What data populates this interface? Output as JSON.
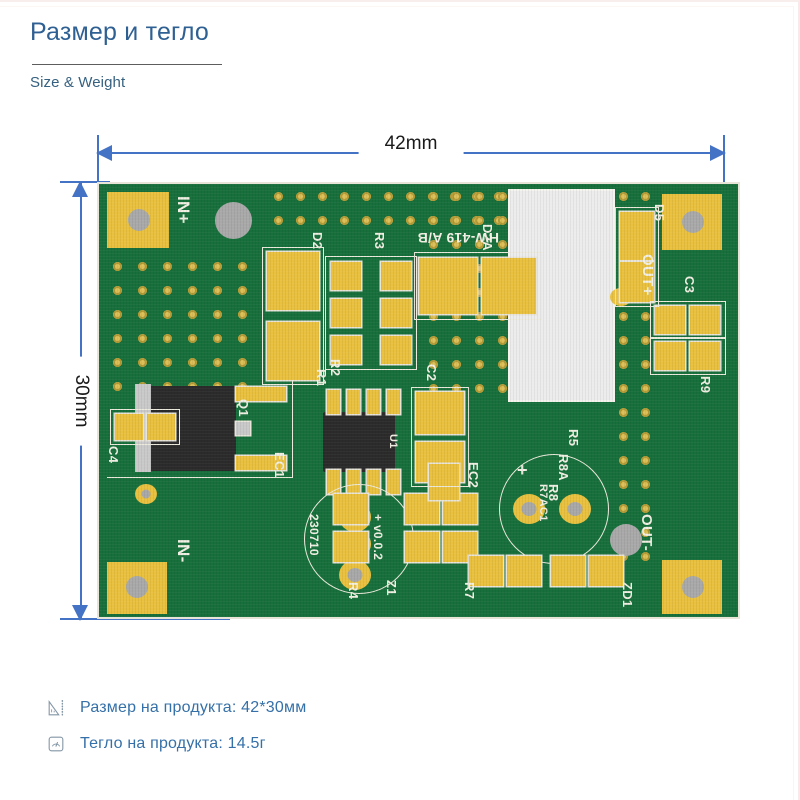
{
  "header": {
    "title": "Размер и тегло",
    "subtitle": "Size & Weight"
  },
  "figure": {
    "width_dimension": "42mm",
    "height_dimension": "30mm",
    "dimension_line_color": "#4472c4",
    "board": {
      "soldermask_color": "#176f3b",
      "pad_color": "#e9c13f",
      "silkscreen_color": "#f2f0e4",
      "silkscreen": {
        "part_number": "HW-419 A/B",
        "date_code": "230710",
        "version": "+ v0.0.2",
        "terminals": [
          "IN+",
          "IN-",
          "OUT+",
          "OUT-"
        ],
        "designators": [
          "D2",
          "R3",
          "D2A",
          "R1",
          "R2",
          "C2",
          "C3",
          "R9",
          "Q1",
          "U1",
          "EC1",
          "EC2",
          "C4",
          "D5",
          "R5",
          "R8A",
          "R8",
          "R7AC1",
          "R4",
          "Z1",
          "R7",
          "ZD1"
        ],
        "polarity_marks": [
          "+",
          "+"
        ]
      }
    }
  },
  "specs": [
    {
      "icon": "ruler-triangle-icon",
      "text": "Размер на продукта: 42*30мм"
    },
    {
      "icon": "scale-gauge-icon",
      "text": "Тегло на продукта: 14.5г"
    }
  ]
}
